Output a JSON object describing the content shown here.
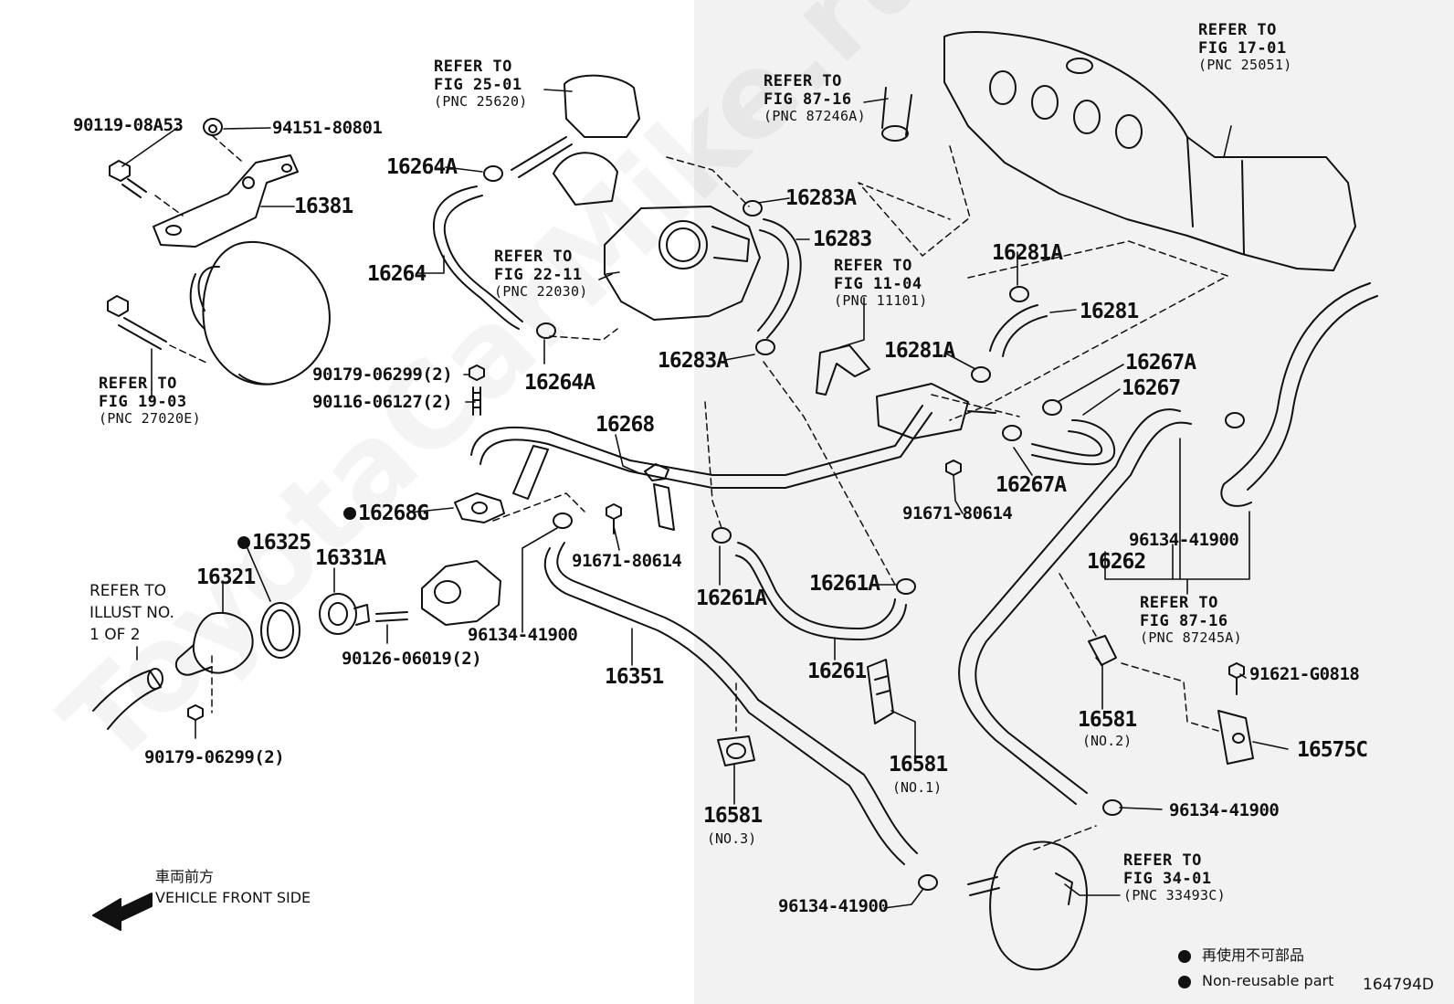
{
  "watermark": "ToyotaCarMike.ru",
  "illustration_no": "164794D",
  "direction": {
    "japanese": "車両前方",
    "english": "VEHICLE FRONT SIDE"
  },
  "legend": {
    "japanese": "再使用不可部品",
    "english": "Non-reusable part"
  },
  "references": {
    "fig_25_01": {
      "line1": "REFER TO",
      "line2": "FIG 25-01",
      "line3": "(PNC 25620)"
    },
    "fig_22_11": {
      "line1": "REFER TO",
      "line2": "FIG 22-11",
      "line3": "(PNC 22030)"
    },
    "fig_19_03": {
      "line1": "REFER TO",
      "line2": "FIG 19-03",
      "line3": "(PNC 27020E)"
    },
    "fig_87_16_a": {
      "line1": "REFER TO",
      "line2": "FIG 87-16",
      "line3": "(PNC 87246A)"
    },
    "fig_11_04": {
      "line1": "REFER TO",
      "line2": "FIG 11-04",
      "line3": "(PNC 11101)"
    },
    "fig_17_01": {
      "line1": "REFER TO",
      "line2": "FIG 17-01",
      "line3": "(PNC 25051)"
    },
    "fig_87_16_b": {
      "line1": "REFER TO",
      "line2": "FIG 87-16",
      "line3": "(PNC 87245A)"
    },
    "fig_34_01": {
      "line1": "REFER TO",
      "line2": "FIG 34-01",
      "line3": "(PNC 33493C)"
    },
    "illust": {
      "line1": "REFER TO",
      "line2": "ILLUST NO.",
      "line3": "1 OF 2"
    }
  },
  "parts": {
    "p90119_08a53": "90119-08A53",
    "p94151_80801": "94151-80801",
    "p16381": "16381",
    "p16264a_top": "16264A",
    "p16264": "16264",
    "p16264a_bot": "16264A",
    "p16283a_top": "16283A",
    "p16283": "16283",
    "p16283a_bot": "16283A",
    "p90179_a": "90179-06299(2)",
    "p90116": "90116-06127(2)",
    "p16268": "16268",
    "p16268g": "16268G",
    "p16325": "16325",
    "p16321": "16321",
    "p16331a": "16331A",
    "p90126": "90126-06019(2)",
    "p90179_b": "90179-06299(2)",
    "p91671_a": "91671-80614",
    "p96134_a": "96134-41900",
    "p16351": "16351",
    "p16261a_a": "16261A",
    "p16261a_b": "16261A",
    "p16261": "16261",
    "p16581_1": "16581",
    "p16581_1_sub": "(NO.1)",
    "p16581_3": "16581",
    "p16581_3_sub": "(NO.3)",
    "p96134_d": "96134-41900",
    "p16281a_a": "16281A",
    "p16281": "16281",
    "p16281a_b": "16281A",
    "p16267a_top": "16267A",
    "p16267": "16267",
    "p16267a_bot": "16267A",
    "p91671_b": "91671-80614",
    "p16262": "16262",
    "p96134_b": "96134-41900",
    "p16581_2": "16581",
    "p16581_2_sub": "(NO.2)",
    "p91621": "91621-G0818",
    "p16575c": "16575C",
    "p96134_c": "96134-41900"
  }
}
